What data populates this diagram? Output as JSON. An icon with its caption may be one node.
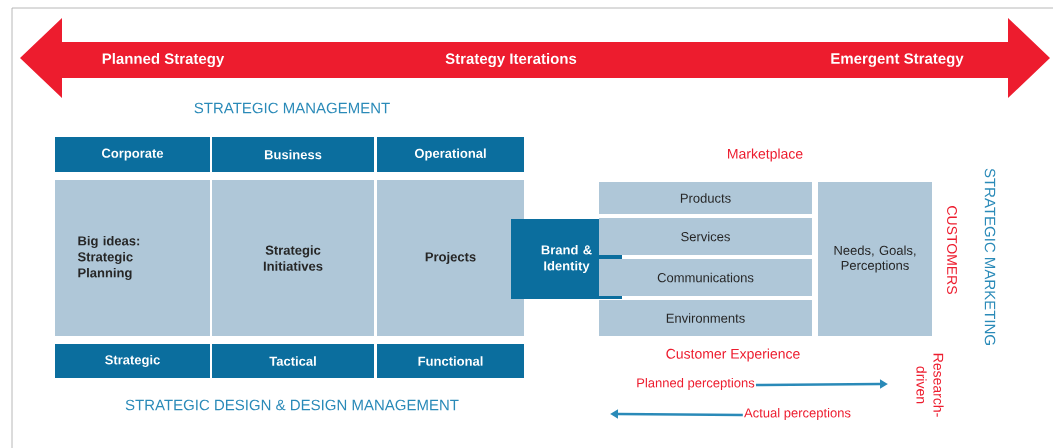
{
  "diagram": {
    "nodes": [
      {
        "text": [
          "Planned Strategy",
          "Strategy Iterations",
          "Emergent Strategy"
        ]
      },
      {
        "text": [
          "Corporate"
        ]
      },
      {
        "text": [
          "Business"
        ]
      },
      {
        "text": [
          "Operational"
        ]
      },
      {
        "text": [
          "Big ideas: Strategic Planning"
        ]
      },
      {
        "text": [
          "Strategic Initiatives"
        ]
      },
      {
        "text": [
          "Projects"
        ]
      },
      {
        "text": [
          "Strategic"
        ]
      },
      {
        "text": [
          "Tactical"
        ]
      },
      {
        "text": [
          "Functional"
        ]
      },
      {
        "text": [
          "Brand & Identity"
        ]
      },
      {
        "text": [
          "Products"
        ]
      },
      {
        "text": [
          "Services"
        ]
      },
      {
        "text": [
          "Communications"
        ]
      },
      {
        "text": [
          "Environments"
        ]
      },
      {
        "text": [
          "Needs, Goals, Perceptions"
        ]
      },
      {
        "text": [
          "Planned perceptions"
        ]
      },
      {
        "text": [
          "Actual perceptions"
        ]
      }
    ],
    "edges": [
      {
        "from": 16,
        "to": null,
        "arrow": "to"
      },
      {
        "from": 17,
        "to": null,
        "arrow": "to"
      }
    ],
    "labels": [
      "STRATEGIC MANAGEMENT",
      "Marketplace",
      "STRATEGIC MARKETING",
      "CUSTOMERS",
      "Customer Experience",
      "Research-driven",
      "STRATEGIC DESIGN & DESIGN MANAGEMENT"
    ]
  }
}
